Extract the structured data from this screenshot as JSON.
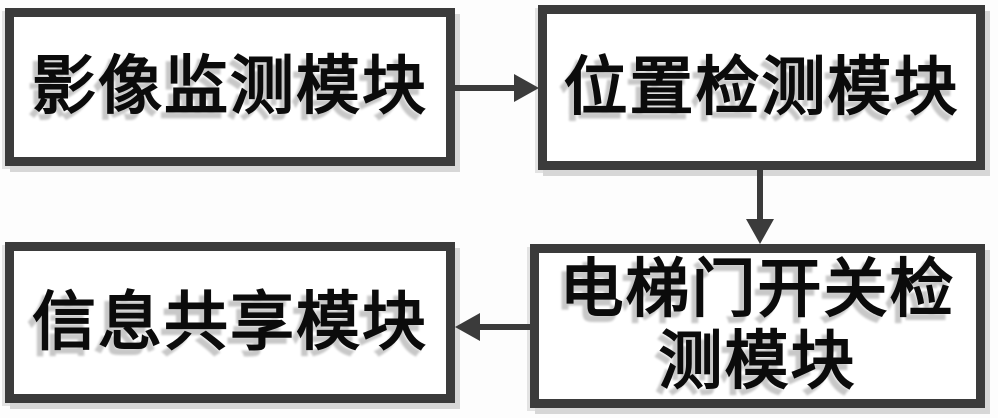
{
  "diagram": {
    "type": "flowchart",
    "background": "#ffffff",
    "colors": {
      "node_border": "#3b3b3b",
      "node_fill": "#ffffff",
      "text": "#0b0b0b",
      "text_shadow": "#c8c8c8",
      "box_shadow": "#d7d7d7",
      "arrow": "#3b3b3b"
    },
    "nodes": [
      {
        "id": "image-monitoring-module",
        "label": "影像监测模块",
        "position": "top-left"
      },
      {
        "id": "position-detection-module",
        "label": "位置检测模块",
        "position": "top-right"
      },
      {
        "id": "elevator-door-switch-detection-module",
        "label": "电梯门开关检测模块",
        "position": "bottom-right"
      },
      {
        "id": "information-sharing-module",
        "label": "信息共享模块",
        "position": "bottom-left"
      }
    ],
    "edges": [
      {
        "from": "image-monitoring-module",
        "to": "position-detection-module",
        "direction": "right"
      },
      {
        "from": "position-detection-module",
        "to": "elevator-door-switch-detection-module",
        "direction": "down"
      },
      {
        "from": "elevator-door-switch-detection-module",
        "to": "information-sharing-module",
        "direction": "left"
      }
    ]
  }
}
